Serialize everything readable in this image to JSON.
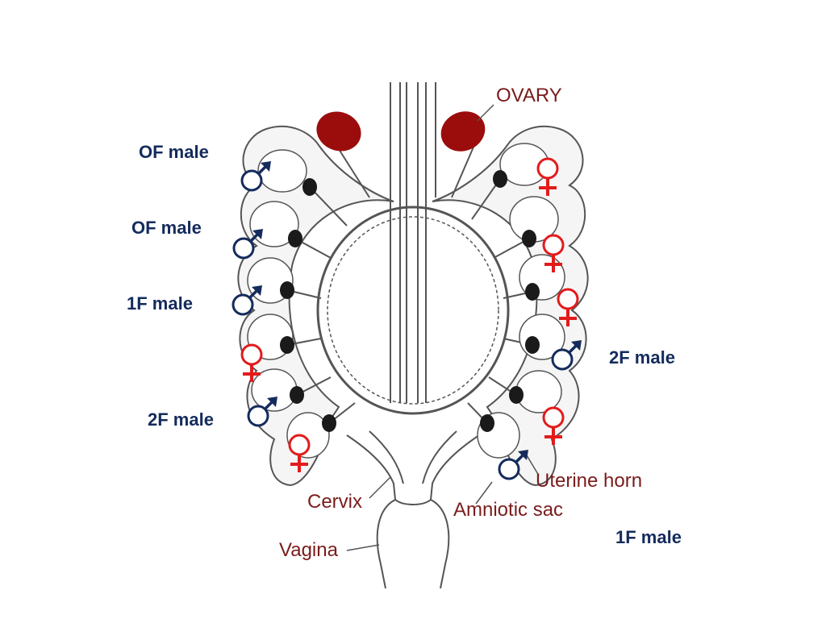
{
  "colors": {
    "anatomy_label": "#7a1c1c",
    "position_label": "#142b5c",
    "female_symbol": "#e31b1b",
    "male_symbol": "#142b5c",
    "ovary_fill": "#9b0d0d",
    "line": "#555555",
    "horn_fill": "#f5f5f5",
    "background": "#ffffff"
  },
  "anatomy_labels": {
    "ovary": "OVARY",
    "uterine_horn": "Uterine horn",
    "amniotic_sac": "Amniotic sac",
    "cervix": "Cervix",
    "vagina": "Vagina"
  },
  "position_labels": {
    "left": [
      "OF male",
      "OF male",
      "1F male",
      "2F male"
    ],
    "right": [
      "2F male",
      "1F male"
    ]
  },
  "fetuses": {
    "left_horn": [
      "male",
      "male",
      "male",
      "female",
      "male",
      "female"
    ],
    "right_horn": [
      "female",
      "female",
      "female",
      "male",
      "female",
      "male"
    ]
  },
  "icons": {
    "male": "male-symbol-icon",
    "female": "female-symbol-icon"
  }
}
